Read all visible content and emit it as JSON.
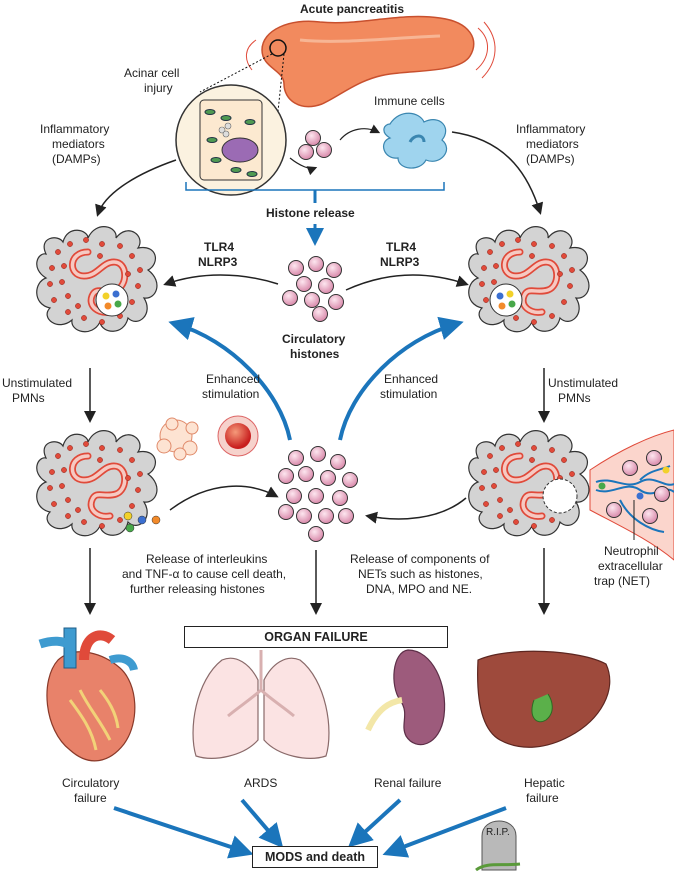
{
  "labels": {
    "acute_pancreatitis": "Acute pancreatitis",
    "acinar_cell_injury_1": "Acinar cell",
    "acinar_cell_injury_2": "injury",
    "immune_cells": "Immune cells",
    "inflam_left": [
      "Inflammatory",
      "mediators",
      "(DAMPs)"
    ],
    "inflam_right": [
      "Inflammatory",
      "mediators",
      "(DAMPs)"
    ],
    "histone_release": "Histone release",
    "tlr_left": [
      "TLR4",
      "NLRP3"
    ],
    "tlr_right": [
      "TLR4",
      "NLRP3"
    ],
    "circulatory_histones": [
      "Circulatory",
      "histones"
    ],
    "unstim_left": [
      "Unstimulated",
      "PMNs"
    ],
    "unstim_right": [
      "Unstimulated",
      "PMNs"
    ],
    "enhanced_left": [
      "Enhanced",
      "stimulation"
    ],
    "enhanced_right": [
      "Enhanced",
      "stimulation"
    ],
    "release_interleukins": [
      "Release of interleukins",
      "and TNF-α to cause cell death,",
      "further releasing histones"
    ],
    "release_nets": [
      "Release of components of",
      "NETs such as histones,",
      "DNA, MPO and NE."
    ],
    "net_label": [
      "Neutrophil",
      "extracellular",
      "trap (NET)"
    ],
    "organ_failure": "ORGAN FAILURE",
    "circulatory_failure": [
      "Circulatory",
      "failure"
    ],
    "ards": "ARDS",
    "renal_failure": "Renal failure",
    "hepatic_failure": [
      "Hepatic",
      "failure"
    ],
    "mods": "MODS and death",
    "rip": "R.I.P."
  },
  "colors": {
    "arrow_blue": "#1b75bb",
    "histone_pink": "#f2b8cf",
    "neutrophil_gray": "#cfcfcf",
    "dot_red": "#e04a3a",
    "pancreas": "#f08a5c"
  }
}
